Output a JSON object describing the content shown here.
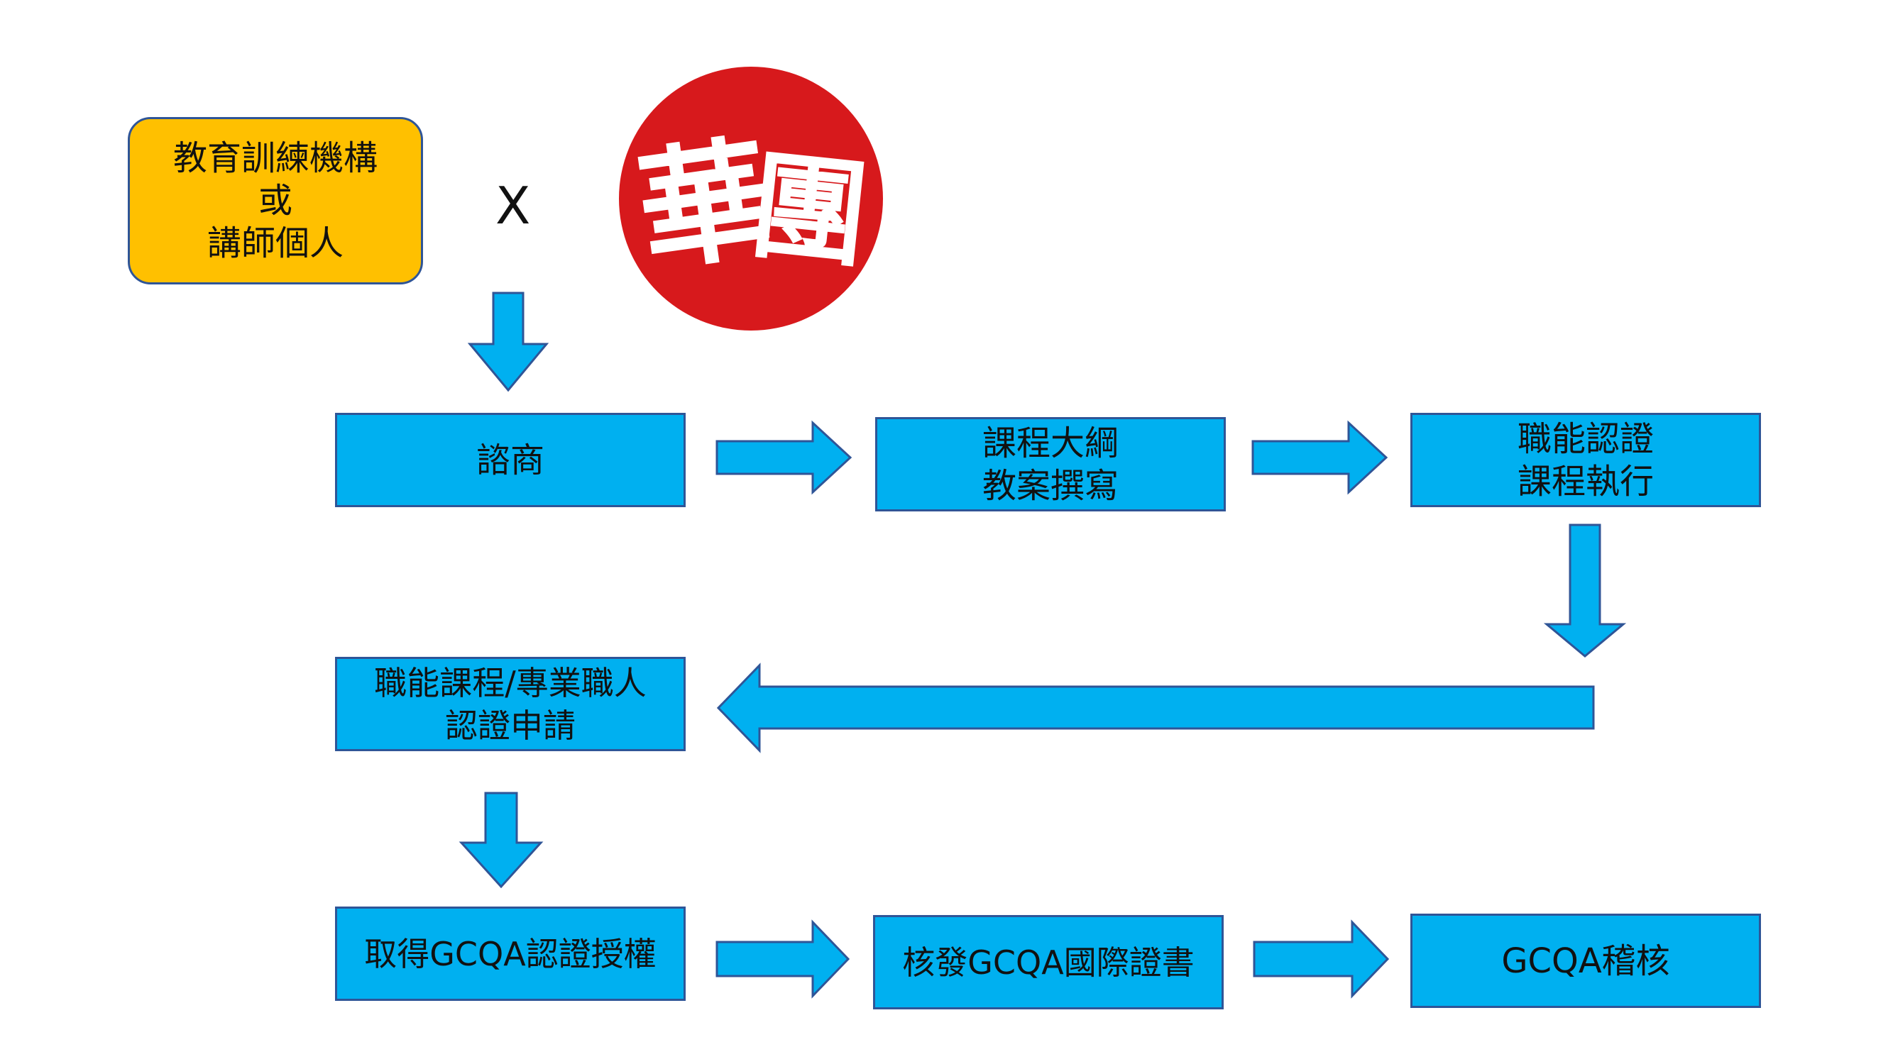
{
  "colors": {
    "box_fill": "#00b0f0",
    "box_border": "#2f5597",
    "start_fill": "#ffc000",
    "arrow_fill": "#00b0f0",
    "logo_red": "#d7191c"
  },
  "start": {
    "lines": [
      "教育訓練機構",
      "或",
      "講師個人"
    ]
  },
  "connector": "X",
  "logo": {
    "icon": "huatuan-calligraphy-logo-icon",
    "glyphs": [
      "華",
      "團"
    ]
  },
  "steps": [
    {
      "lines": [
        "諮商"
      ]
    },
    {
      "lines": [
        "課程大綱",
        "教案撰寫"
      ]
    },
    {
      "lines": [
        "職能認證",
        "課程執行"
      ]
    },
    {
      "lines": [
        "職能課程/專業職人",
        "認證申請"
      ]
    },
    {
      "lines": [
        "取得GCQA認證授權"
      ]
    },
    {
      "lines": [
        "核發GCQA國際證書"
      ]
    },
    {
      "lines": [
        "GCQA稽核"
      ]
    }
  ]
}
